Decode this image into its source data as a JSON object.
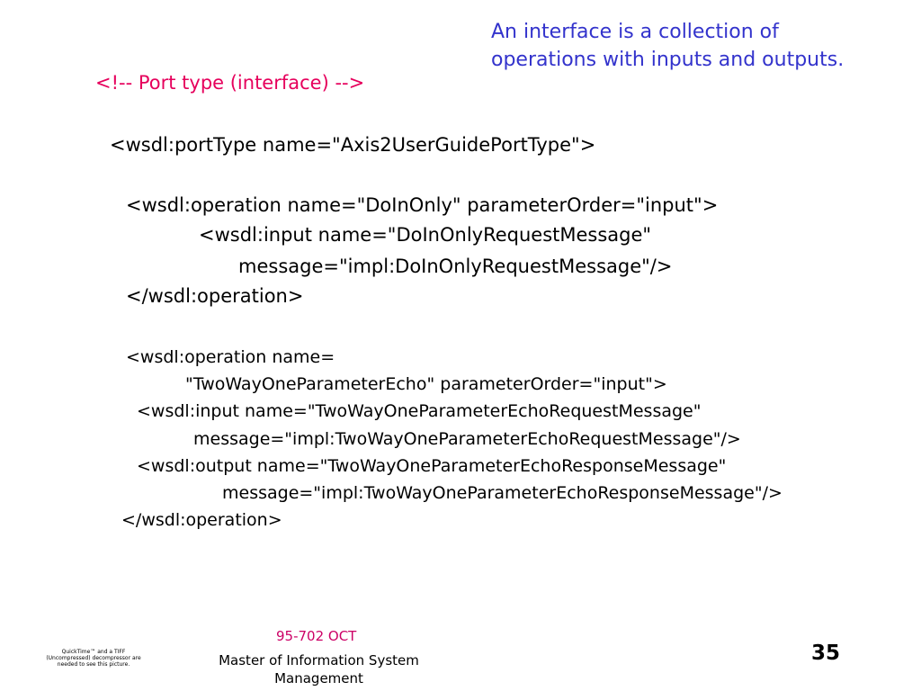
{
  "note": {
    "line1": "An interface is a collection of",
    "line2": "operations with inputs and outputs."
  },
  "code": {
    "comment": "<!-- Port type (interface) -->",
    "port_type_open": "<wsdl:portType name=\"Axis2UserGuidePortType\">",
    "op1_open": "<wsdl:operation name=\"DoInOnly\" parameterOrder=\"input\">",
    "op1_input_line1": "<wsdl:input name=\"DoInOnlyRequestMessage\"",
    "op1_input_line2": "message=\"impl:DoInOnlyRequestMessage\"/>",
    "op1_close": "</wsdl:operation>",
    "op2_open_line1": "<wsdl:operation name=",
    "op2_open_line2": "\"TwoWayOneParameterEcho\" parameterOrder=\"input\">",
    "op2_input_line1": "<wsdl:input name=\"TwoWayOneParameterEchoRequestMessage\"",
    "op2_input_line2": "message=\"impl:TwoWayOneParameterEchoRequestMessage\"/>",
    "op2_output_line1": "<wsdl:output name=\"TwoWayOneParameterEchoResponseMessage\"",
    "op2_output_line2": "message=\"impl:TwoWayOneParameterEchoResponseMessage\"/>",
    "op2_close": "</wsdl:operation>"
  },
  "footer": {
    "course": "95-702 OCT",
    "department": "Master of Information System Management",
    "page_number": "35"
  },
  "quicktime_notice": "QuickTime™ and a TIFF (Uncompressed) decompressor are needed to see this picture.",
  "colors": {
    "note": "#3333cc",
    "comment": "#e6005c",
    "course": "#cc0066"
  }
}
